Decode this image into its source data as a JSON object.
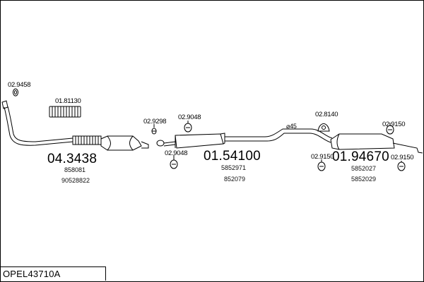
{
  "parts": {
    "gasket_top": "02.9458",
    "flex_pipe": "01.81130",
    "clamp_a": "02.9298",
    "hanger_a": "02.9048",
    "hanger_b": "02.9048",
    "pipe_assembly": "04.3438",
    "middle_silencer": "01.54100",
    "rear_silencer": "01.94670",
    "clamp_b": "02.8140",
    "hanger_c": "02.9150",
    "hanger_d": "02.9150",
    "hanger_e": "02.9150",
    "diameter": "⌀45"
  },
  "oem": {
    "front_1": "858081",
    "front_2": "90528822",
    "middle_1": "5852971",
    "middle_2": "852079",
    "rear_1": "5852027",
    "rear_2": "5852029"
  },
  "system_code": "OPEL43710A"
}
